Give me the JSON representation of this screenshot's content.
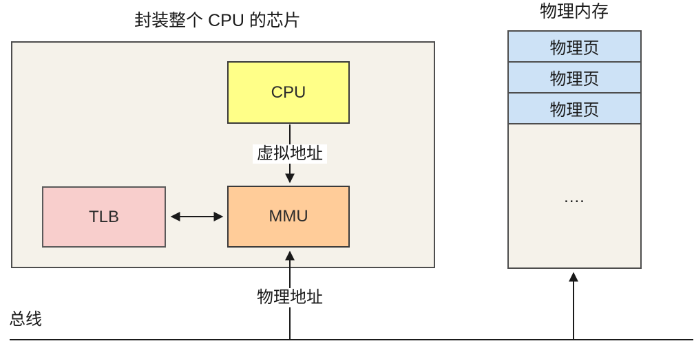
{
  "chip": {
    "title": "封装整个 CPU 的芯片",
    "cpu_label": "CPU",
    "tlb_label": "TLB",
    "mmu_label": "MMU",
    "virtual_address_label": "虚拟地址",
    "physical_address_label": "物理地址"
  },
  "memory": {
    "title": "物理内存",
    "pages": [
      "物理页",
      "物理页",
      "物理页"
    ],
    "ellipsis": "...."
  },
  "bus": {
    "label": "总线"
  },
  "colors": {
    "chip_fill": "#F5F2EA",
    "cpu_fill": "#FFFF88",
    "tlb_fill": "#F8CECC",
    "mmu_fill": "#FFCC99",
    "memory_fill": "#F5F2EA",
    "page_fill": "#CDE2F6",
    "border": "#4D4D4D",
    "arrow": "#1A1A1A"
  }
}
